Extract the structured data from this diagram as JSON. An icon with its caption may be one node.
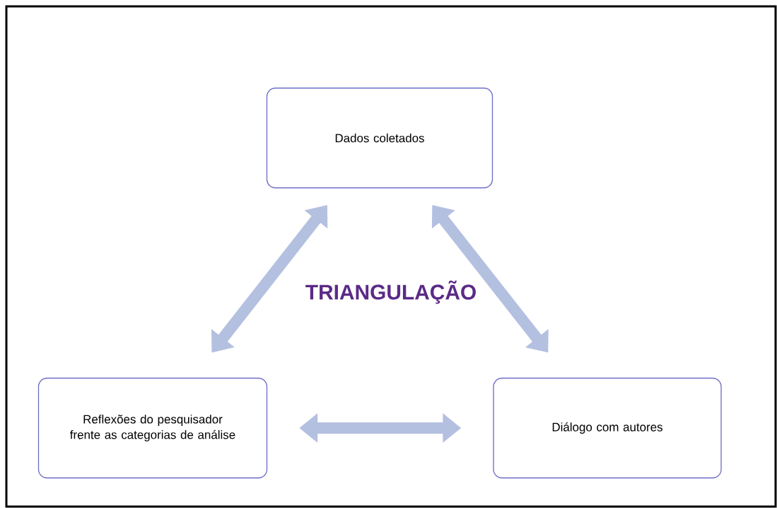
{
  "diagram": {
    "title": "TRIANGULAÇÃO",
    "nodes": [
      {
        "text": [
          "Dados coletados"
        ]
      },
      {
        "text": [
          "Reflexões do pesquisador frente as categorias de análise"
        ]
      },
      {
        "text": [
          "Diálogo com autores"
        ]
      }
    ],
    "edges": [
      {
        "from": 0,
        "to": 1,
        "arrow": "both"
      },
      {
        "from": 0,
        "to": 2,
        "arrow": "both"
      },
      {
        "from": 1,
        "to": 2,
        "arrow": "both"
      }
    ]
  }
}
